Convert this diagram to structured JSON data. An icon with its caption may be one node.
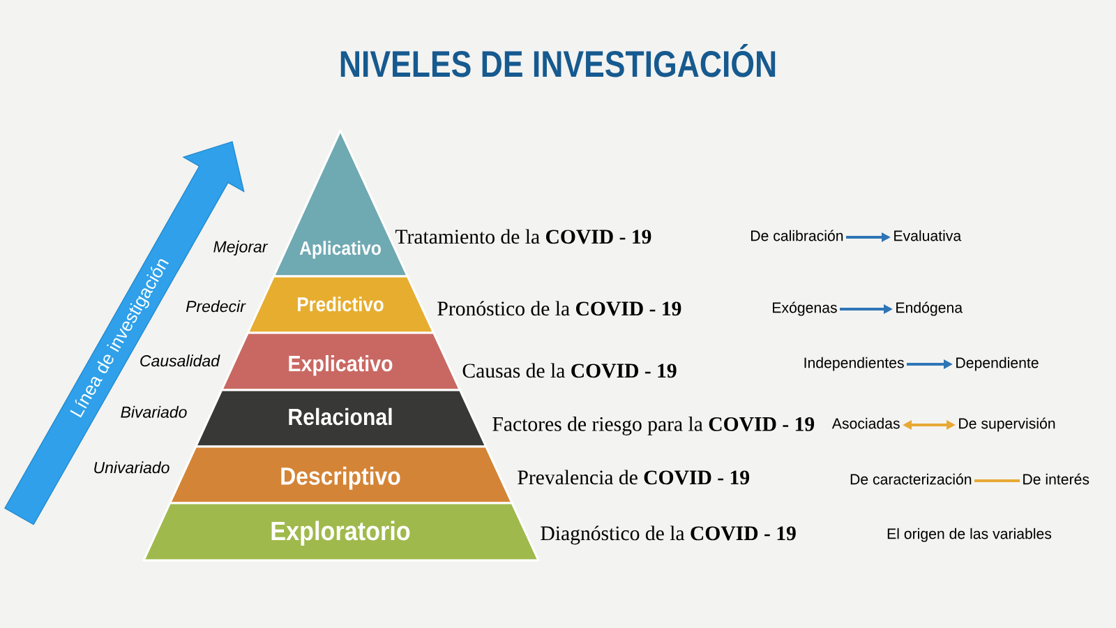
{
  "diagram": {
    "title": "NIVELES DE INVESTIGACIÓN",
    "nodes": [
      {
        "text": [
          "Aplicativo"
        ],
        "beside": [
          "Mejorar",
          "Tratamiento de la **COVID - 19**"
        ]
      },
      {
        "text": [
          "Predictivo"
        ],
        "beside": [
          "Predecir",
          "Pronóstico de la **COVID - 19**"
        ]
      },
      {
        "text": [
          "Explicativo"
        ],
        "beside": [
          "Causalidad",
          "Causas de la **COVID - 19**"
        ]
      },
      {
        "text": [
          "Relacional"
        ],
        "beside": [
          "Bivariado",
          "Factores de riesgo para la **COVID - 19**"
        ]
      },
      {
        "text": [
          "Descriptivo"
        ],
        "beside": [
          "Univariado",
          "Prevalencia de **COVID - 19**"
        ]
      },
      {
        "text": [
          "Exploratorio"
        ],
        "beside": [
          "Diagnóstico de la **COVID - 19**"
        ]
      },
      {
        "text": [
          "Línea de investigación"
        ]
      },
      {
        "text": [
          "De calibración"
        ]
      },
      {
        "text": [
          "Evaluativa"
        ]
      },
      {
        "text": [
          "Exógenas"
        ]
      },
      {
        "text": [
          "Endógena"
        ]
      },
      {
        "text": [
          "Independientes"
        ]
      },
      {
        "text": [
          "Dependiente"
        ]
      },
      {
        "text": [
          "Asociadas"
        ]
      },
      {
        "text": [
          "De supervisión"
        ]
      },
      {
        "text": [
          "De caracterización"
        ]
      },
      {
        "text": [
          "De interés"
        ]
      }
    ],
    "edges": [
      {
        "from": 7,
        "to": 8,
        "arrow": "to"
      },
      {
        "from": 9,
        "to": 10,
        "arrow": "to"
      },
      {
        "from": 11,
        "to": 12,
        "arrow": "to"
      },
      {
        "from": 13,
        "to": 14,
        "arrow": "both",
        "color": "#e7a934"
      },
      {
        "from": 15,
        "to": 16,
        "arrow": "none",
        "color": "#e7a934"
      }
    ],
    "labels": [
      "El origen de las variables"
    ]
  }
}
